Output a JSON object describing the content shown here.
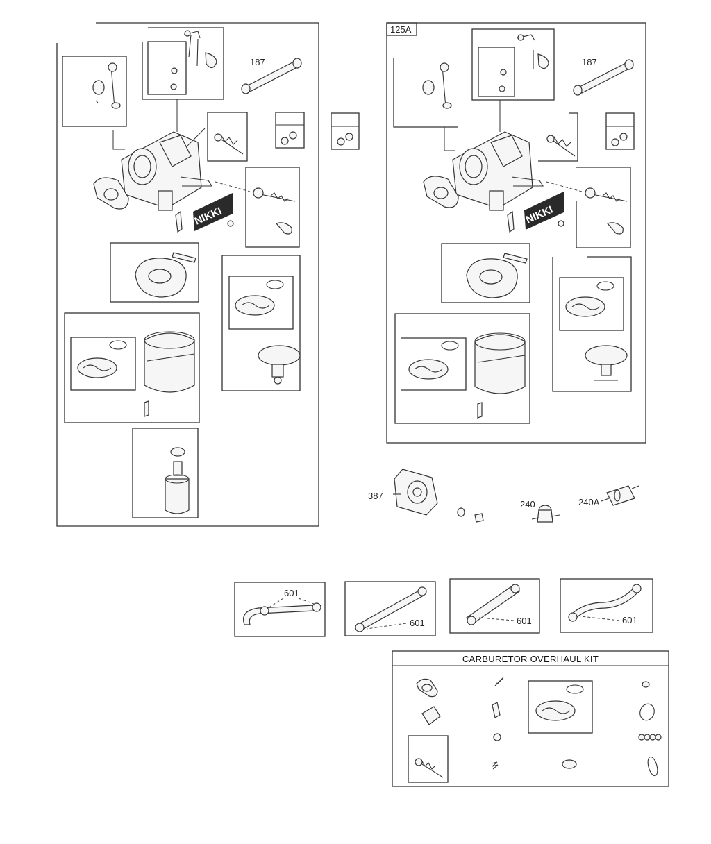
{
  "diagram": {
    "callouts": {
      "fuel_line_left": "187",
      "fuel_line_right": "187",
      "carb_variant": "125A",
      "fuel_pump": "387",
      "shutoff_valve": "240",
      "fuel_filter": "240A",
      "clamp_1": "601",
      "clamp_2": "601",
      "clamp_3": "601",
      "clamp_4": "601"
    },
    "brand_label": "NIKKI",
    "overhaul_kit": {
      "title": "CARBURETOR OVERHAUL KIT"
    }
  }
}
